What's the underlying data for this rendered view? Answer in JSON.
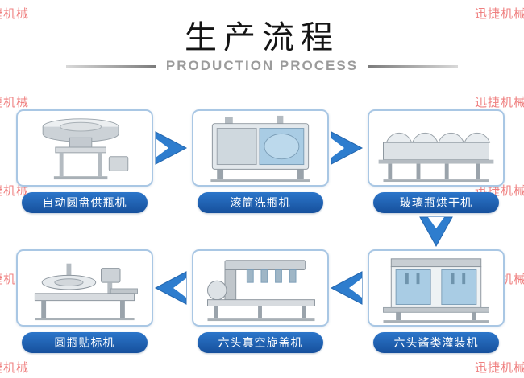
{
  "watermark": {
    "text": "迅捷机械"
  },
  "header": {
    "title": "生产流程",
    "subtitle": "PRODUCTION PROCESS"
  },
  "steps": [
    {
      "order": 1,
      "label": "自动圆盘供瓶机",
      "machine": "automatic-rotary-bottle-feeder"
    },
    {
      "order": 2,
      "label": "滚筒洗瓶机",
      "machine": "drum-bottle-washer"
    },
    {
      "order": 3,
      "label": "玻璃瓶烘干机",
      "machine": "glass-bottle-dryer"
    },
    {
      "order": 4,
      "label": "六头酱类灌装机",
      "machine": "six-head-sauce-filling-machine"
    },
    {
      "order": 5,
      "label": "六头真空旋盖机",
      "machine": "six-head-vacuum-capping-machine"
    },
    {
      "order": 6,
      "label": "圆瓶贴标机",
      "machine": "round-bottle-labeling-machine"
    }
  ],
  "colors": {
    "label_bg": "#1e63b8",
    "arrow": "#2e7dce",
    "box_border": "#a9c7e4",
    "watermark": "#eb5f5f",
    "subtitle": "#9b9b9b"
  }
}
